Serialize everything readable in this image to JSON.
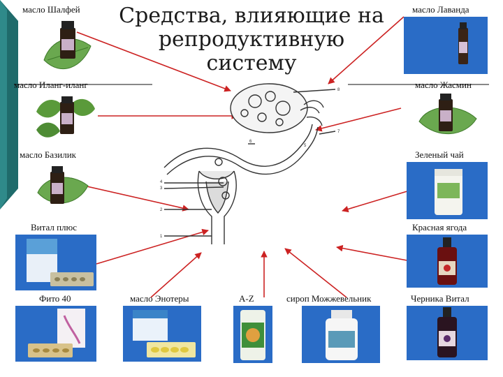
{
  "slide": {
    "title": "Средства, влияющие на репродуктивную систему",
    "accent": "#1f6b6b",
    "arrow_color": "#cc2222"
  },
  "products": [
    {
      "id": "shalfey",
      "label": "масло Шалфей",
      "icon": "oil-bottle-with-leaf-icon"
    },
    {
      "id": "lavanda",
      "label": "масло Лаванда",
      "icon": "oil-bottle-icon"
    },
    {
      "id": "ilang",
      "label": "масло Иланг-иланг",
      "icon": "oil-bottle-with-leaves-icon"
    },
    {
      "id": "jasmin",
      "label": "масло Жасмин",
      "icon": "oil-bottle-with-leaf-icon"
    },
    {
      "id": "bazilik",
      "label": "масло Базилик",
      "icon": "oil-bottle-with-leaf-icon"
    },
    {
      "id": "zel_chay",
      "label": "Зеленый чай",
      "icon": "supplement-jar-icon"
    },
    {
      "id": "vital_plus",
      "label": "Витал плюс",
      "icon": "tablet-box-icon"
    },
    {
      "id": "krasnaya",
      "label": "Красная ягода",
      "icon": "syrup-bottle-icon"
    },
    {
      "id": "fito40",
      "label": "Фито 40",
      "icon": "tablet-box-icon"
    },
    {
      "id": "enotery",
      "label": "масло Энотеры",
      "icon": "capsule-box-icon"
    },
    {
      "id": "az",
      "label": "A-Z",
      "icon": "supplement-jar-icon"
    },
    {
      "id": "mozhzh",
      "label": "сироп Можжевельник",
      "icon": "syrup-jar-icon"
    },
    {
      "id": "chernika",
      "label": "Черника Витал",
      "icon": "syrup-bottle-icon"
    }
  ],
  "diagram": {
    "numbers": [
      "8",
      "7",
      "6",
      "5",
      "4",
      "3",
      "2",
      "1"
    ],
    "icon": "uterus-anatomy-diagram"
  }
}
